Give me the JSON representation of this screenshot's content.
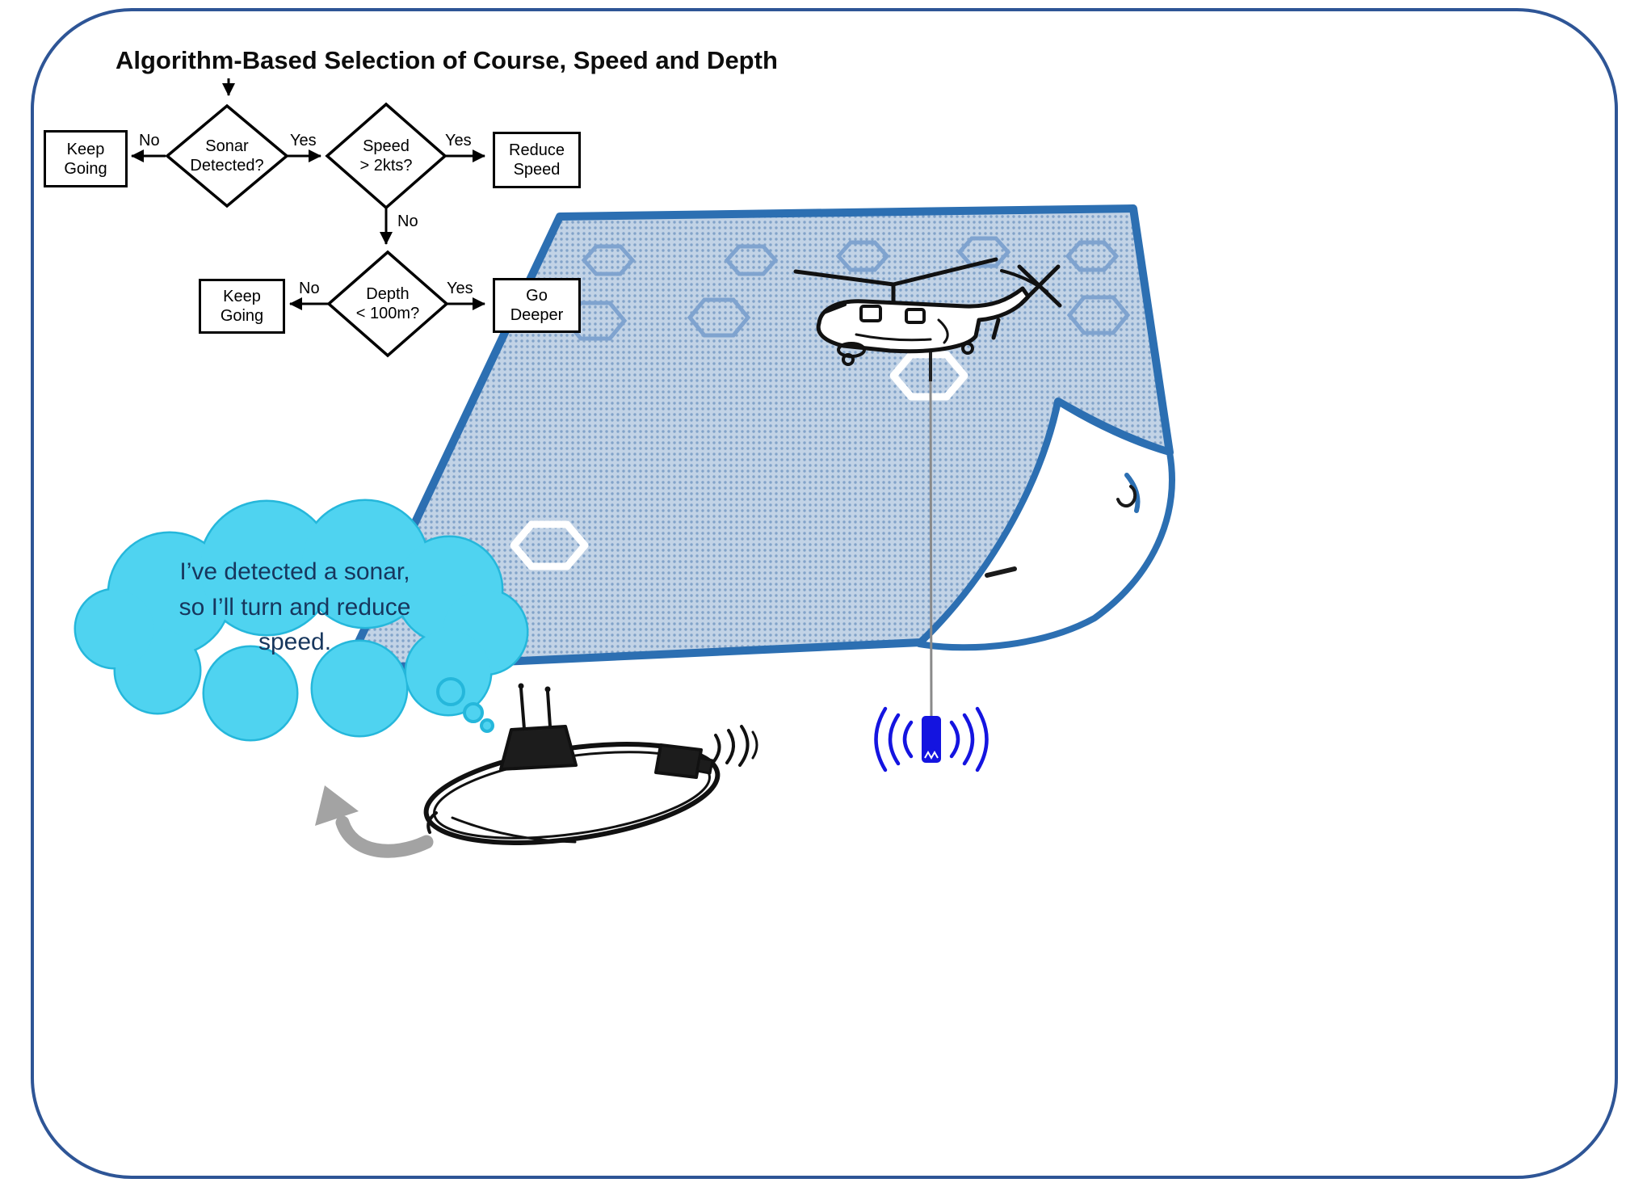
{
  "title": "Algorithm-Based Selection of Course, Speed and Depth",
  "flowchart": {
    "keep_going_top": "Keep\nGoing",
    "sonar_detected": "Sonar\nDetected?",
    "speed_check": "Speed\n> 2kts?",
    "reduce_speed": "Reduce\nSpeed",
    "depth_check": "Depth\n< 100m?",
    "keep_going_bottom": "Keep\nGoing",
    "go_deeper": "Go\nDeeper",
    "edges": {
      "sonar_no": "No",
      "sonar_yes": "Yes",
      "speed_yes": "Yes",
      "speed_no": "No",
      "depth_no": "No",
      "depth_yes": "Yes"
    }
  },
  "thought_bubble": "I’ve detected a sonar,\nso I’ll turn and reduce\nspeed.",
  "illustration": {
    "icons": [
      "helicopter-icon",
      "dipping-sonar-icon",
      "sonar-waves-icon",
      "submarine-icon",
      "turn-arrow-icon",
      "sea-surface",
      "hexagon-markers",
      "thought-bubble"
    ],
    "hexagon_markers_light_count": 8,
    "hexagon_markers_white_count": 2
  },
  "colors": {
    "frame_border": "#2E5596",
    "sea_fill": "#A9C3DE",
    "sea_stroke": "#2C6FB2",
    "hex_light": "#7FA3CF",
    "hex_white": "#FFFFFF",
    "cloud_fill": "#4FD3F0",
    "cloud_stroke": "#25B7DB",
    "sonar_blue": "#1414E0",
    "turn_arrow_gray": "#A3A3A3",
    "bubble_text": "#17365D",
    "flowchart_ink": "#000000"
  }
}
